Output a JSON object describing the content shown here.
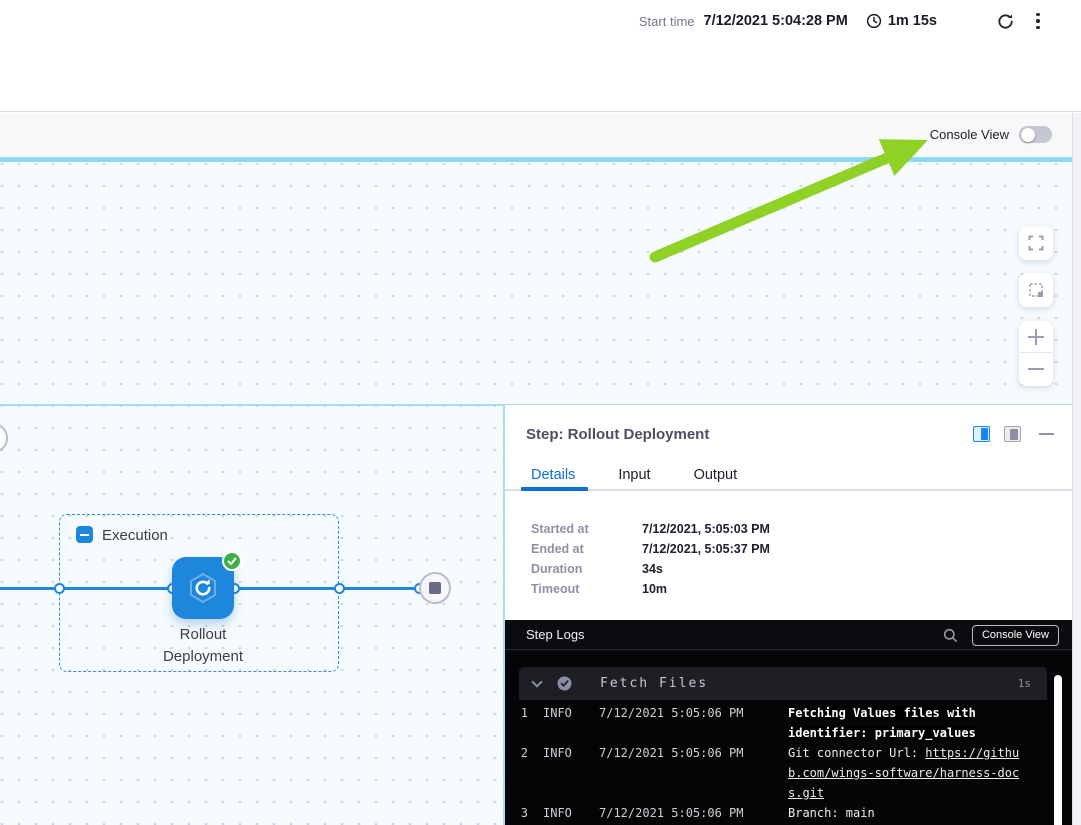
{
  "topbar": {
    "start_time_label": "Start time",
    "start_time_value": "7/12/2021 5:04:28 PM",
    "elapsed": "1m 15s"
  },
  "console_toggle": {
    "label": "Console View",
    "state": "off"
  },
  "canvas": {
    "execution_group_label": "Execution",
    "node_label_line1": "Rollout",
    "node_label_line2": "Deployment",
    "node_status": "success"
  },
  "panel": {
    "title": "Step: Rollout Deployment",
    "tabs": [
      {
        "label": "Details",
        "active": true
      },
      {
        "label": "Input",
        "active": false
      },
      {
        "label": "Output",
        "active": false
      }
    ],
    "details": [
      {
        "label": "Started at",
        "value": "7/12/2021, 5:05:03 PM"
      },
      {
        "label": "Ended at",
        "value": "7/12/2021, 5:05:37 PM"
      },
      {
        "label": "Duration",
        "value": "34s"
      },
      {
        "label": "Timeout",
        "value": "10m"
      }
    ],
    "logs": {
      "title": "Step Logs",
      "console_view_button": "Console View",
      "group": {
        "name": "Fetch Files",
        "duration": "1s",
        "status": "success"
      },
      "entries": [
        {
          "num": "1",
          "level": "INFO",
          "time": "7/12/2021 5:05:06 PM",
          "message": "Fetching Values files with identifier: primary_values"
        },
        {
          "num": "2",
          "level": "INFO",
          "time": "7/12/2021 5:05:06 PM",
          "message_prefix": "Git connector Url: ",
          "link": "https://github.com/wings-software/harness-docs.git"
        },
        {
          "num": "3",
          "level": "INFO",
          "time": "7/12/2021 5:05:06 PM",
          "message": "Branch: main"
        }
      ]
    }
  },
  "icons": [
    "clock-icon",
    "refresh-icon",
    "kebab-menu-icon",
    "fit-view-icon",
    "marquee-select-icon",
    "zoom-in-icon",
    "zoom-out-icon",
    "rollout-icon",
    "check-badge-icon",
    "stop-end-icon",
    "split-view-icon",
    "bottom-view-icon",
    "minimize-icon",
    "search-icon",
    "chevron-down-icon",
    "log-success-icon",
    "annotation-arrow"
  ],
  "colors": {
    "accent_blue": "#1e86dd",
    "tab_active_blue": "#0b6fd6",
    "success_green": "#3cb044",
    "arrow_green": "#8fd125",
    "console_bar_blue": "#8ed9f4",
    "log_background": "#050507"
  }
}
